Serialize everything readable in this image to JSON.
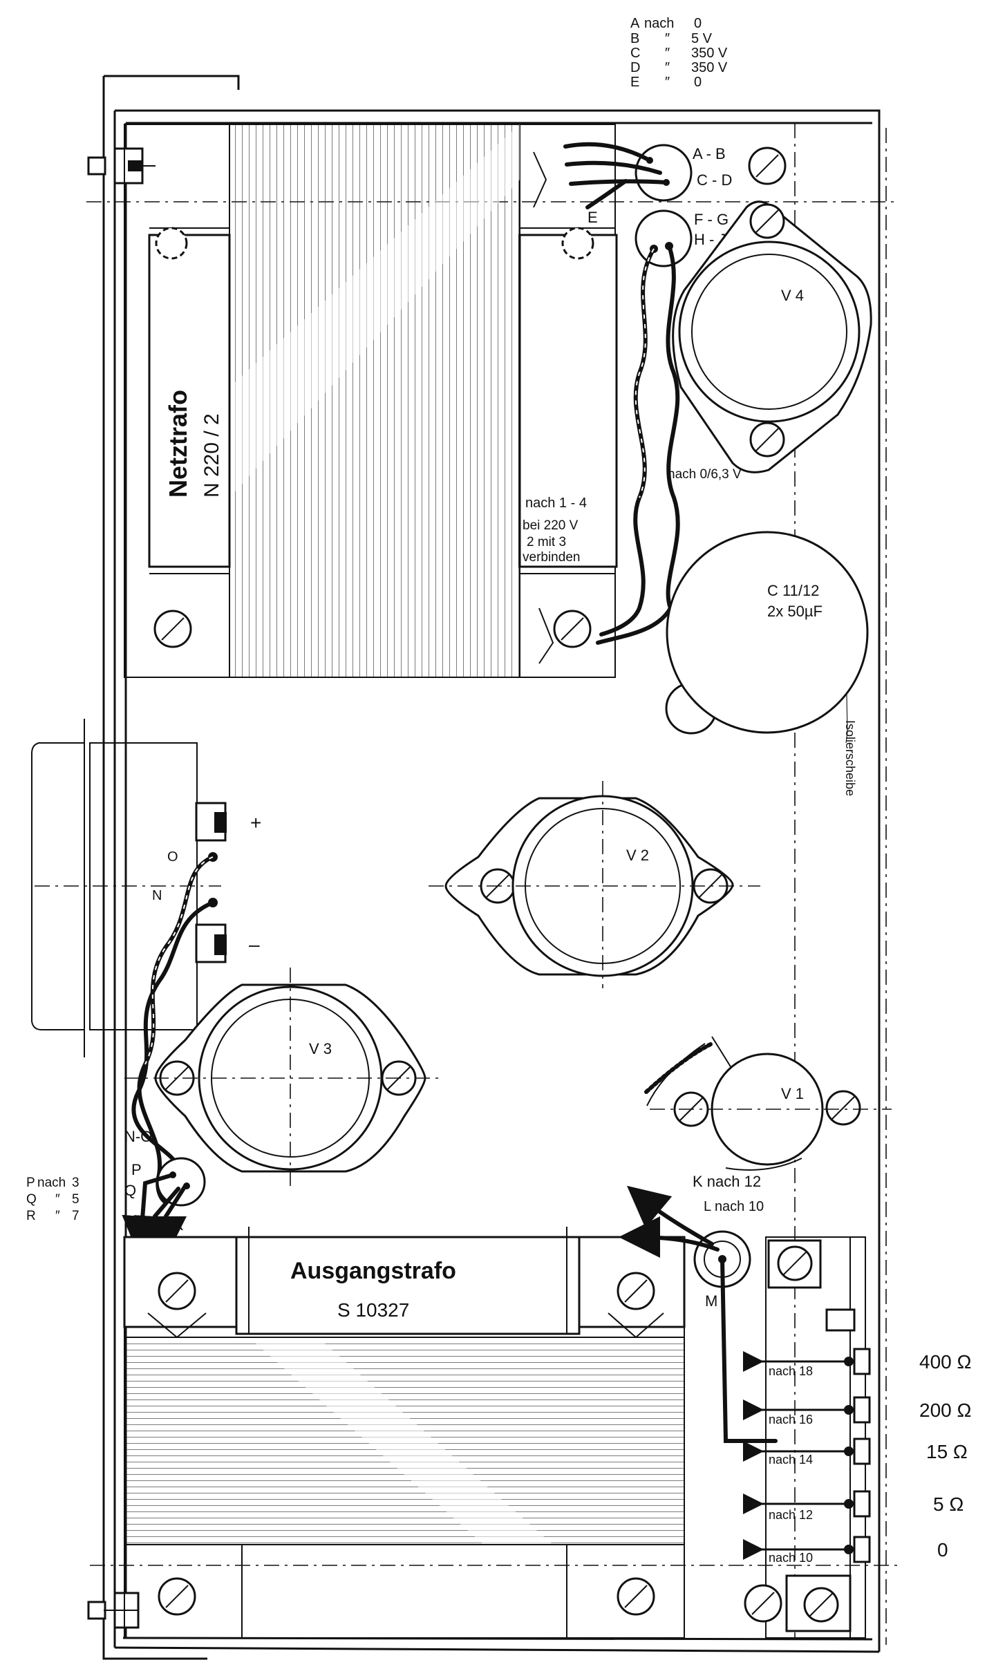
{
  "legend_top": [
    {
      "key": "A",
      "text": "nach",
      "value": "0"
    },
    {
      "key": "B",
      "text": "″",
      "value": "5 V"
    },
    {
      "key": "C",
      "text": "″",
      "value": "350 V"
    },
    {
      "key": "D",
      "text": "″",
      "value": "350 V"
    },
    {
      "key": "E",
      "text": "″",
      "value": "0"
    }
  ],
  "legend_left": [
    {
      "key": "P",
      "text": "nach",
      "value": "3"
    },
    {
      "key": "Q",
      "text": "″",
      "value": "5"
    },
    {
      "key": "R",
      "text": "″",
      "value": "7"
    }
  ],
  "netztrafo": {
    "title": "Netztrafo",
    "code": "N 220 / 2"
  },
  "ausgangstrafo": {
    "title": "Ausgangstrafo",
    "code": "S 10327"
  },
  "socket_labels": {
    "ab": "A - B",
    "cd": "C - D",
    "e": "E",
    "fg": "F - G",
    "hj": "H - J",
    "no": "N-O",
    "p": "P",
    "q": "Q",
    "r": "R",
    "o": "O",
    "n": "N",
    "m": "M",
    "k": "K nach 12",
    "l": "L nach 10"
  },
  "notes": {
    "nach14": "nach 1 - 4",
    "nach06": "nach 0/6,3 V",
    "bei220_1": "bei 220 V",
    "bei220_2": "2 mit 3",
    "bei220_3": "verbinden",
    "isolier": "Isolierscheibe",
    "plus": "+",
    "minus": "–"
  },
  "tubes": {
    "v1": "V 1",
    "v2": "V 2",
    "v3": "V 3",
    "v4": "V 4"
  },
  "capacitor": {
    "name": "C 11/12",
    "value": "2x 50µF"
  },
  "output_taps": [
    {
      "wire": "nach 18",
      "ohm": "400 Ω"
    },
    {
      "wire": "nach 16",
      "ohm": "200 Ω"
    },
    {
      "wire": "nach 14",
      "ohm": "15 Ω"
    },
    {
      "wire": "nach 12",
      "ohm": "5 Ω"
    },
    {
      "wire": "nach 10",
      "ohm": "0"
    }
  ]
}
